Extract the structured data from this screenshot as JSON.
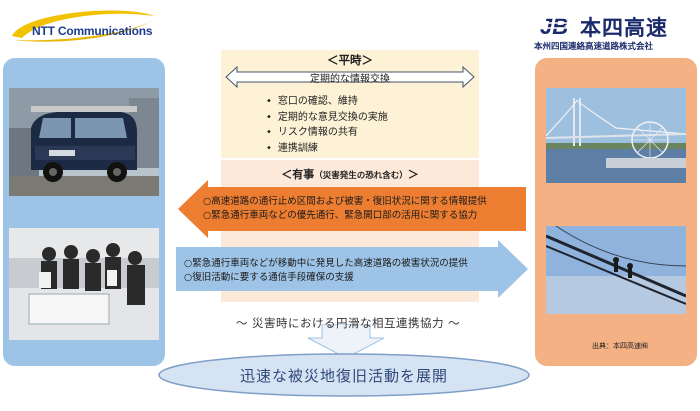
{
  "header": {
    "ntt_logo_text": "NTT Communications",
    "hs_logo_mark": "JB",
    "hs_logo_name": "本四高速",
    "hs_logo_subtitle": "本州四国連絡高速道路株式会社"
  },
  "peacetime": {
    "title": "＜平時＞",
    "exchange_label": "定期的な情報交換",
    "items": [
      "窓口の確認、維持",
      "定期的な意見交換の実施",
      "リスク情報の共有",
      "連携訓練"
    ]
  },
  "emergency": {
    "title": "＜有事",
    "title_note": "（災害発生の恐れ含む）",
    "title_end": "＞",
    "to_left_items": [
      "○高速道路の通行止め区間および被害・復旧状況に関する情報提供",
      "○緊急通行車両などの優先通行、緊急開口部の活用に関する協力"
    ],
    "to_right_items": [
      "○緊急通行車両などが移動中に発見した高速道路の被害状況の提供",
      "○復旧活動に要する通信手段確保の支援"
    ]
  },
  "cooperation_text": "～ 災害時における円滑な相互連携協力 ～",
  "goal_text": "迅速な被災地復旧活動を展開",
  "photo_credit": "出典：本四高速㈱",
  "colors": {
    "left_panel": "#9dc3e6",
    "right_panel": "#f4b183",
    "orange_arrow": "#ed7d31",
    "blue_arrow": "#9dc3e6",
    "peace_bg": "#fdf2d6",
    "emergency_bg": "#fde9d9",
    "goal_fill": "#d6e3f3"
  }
}
